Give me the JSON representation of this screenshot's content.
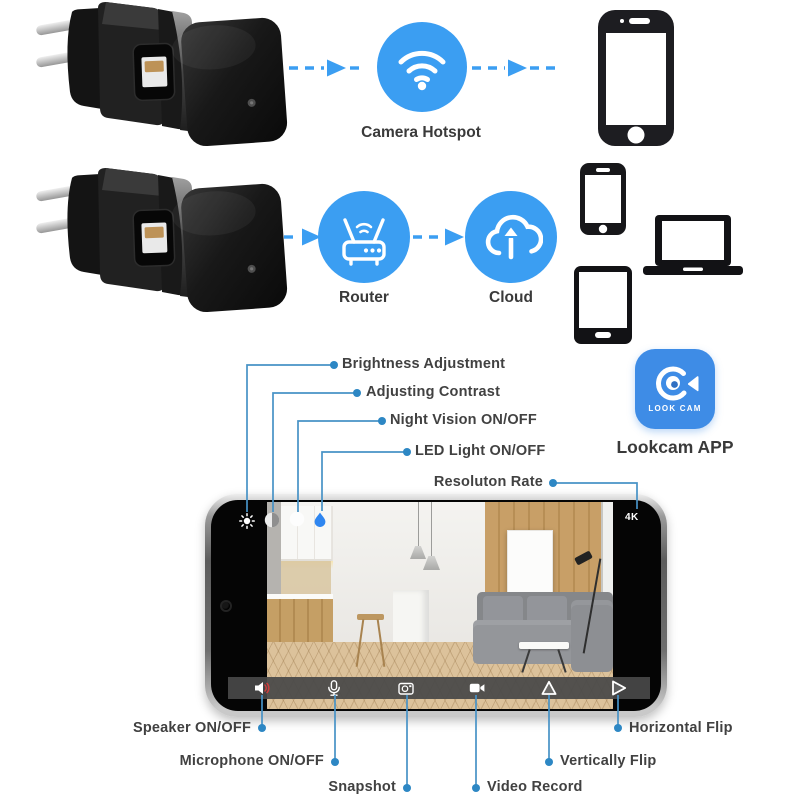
{
  "colors": {
    "accent_blue": "#3b9ef2",
    "app_blue": "#3e8ce6",
    "callout_line_blue": "#4792c6",
    "callout_dot_blue": "#2d87c4",
    "label_text": "#414141",
    "toolbar_gray": "#484848",
    "speaker_wave_red": "#d03c3c",
    "device_black": "#1d1d21"
  },
  "flow": {
    "hotspot_label": "Camera Hotspot",
    "router_label": "Router",
    "cloud_label": "Cloud",
    "icons": [
      "usb-charger-camera",
      "wifi-hotspot",
      "smartphone",
      "router",
      "cloud-upload",
      "smartphone-small",
      "laptop",
      "tablet"
    ]
  },
  "app": {
    "icon_text": "LOOK CAM",
    "label": "Lookcam APP"
  },
  "viewer": {
    "resolution_badge": "4K",
    "top_control_icons": [
      "brightness-sun",
      "contrast-half-circle",
      "night-vision-circle",
      "led-light-drop"
    ],
    "toolbar_icons": [
      "speaker",
      "microphone",
      "snapshot-camera",
      "video-camera",
      "flip-vertical-triangle",
      "flip-horizontal-triangle"
    ]
  },
  "callouts_top": [
    {
      "label": "Brightness Adjustment"
    },
    {
      "label": "Adjusting Contrast"
    },
    {
      "label": "Night Vision ON/OFF"
    },
    {
      "label": "LED Light ON/OFF"
    },
    {
      "label": "Resoluton Rate"
    }
  ],
  "callouts_bottom": [
    {
      "label": "Speaker ON/OFF"
    },
    {
      "label": "Microphone ON/OFF"
    },
    {
      "label": "Snapshot"
    },
    {
      "label": "Video Record"
    },
    {
      "label": "Vertically Flip"
    },
    {
      "label": "Horizontal Flip"
    }
  ]
}
